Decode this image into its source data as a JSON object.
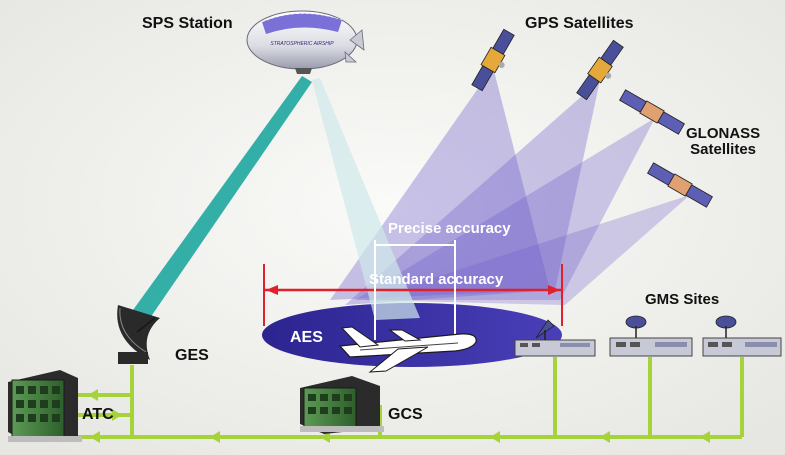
{
  "labels": {
    "sps_station": "SPS Station",
    "gps_satellites": "GPS Satellites",
    "glonass_line1": "GLONASS",
    "glonass_line2": "Satellites",
    "precise_accuracy": "Precise accuracy",
    "standard_accuracy": "Standard accuracy",
    "gms_sites": "GMS Sites",
    "aes": "AES",
    "ges": "GES",
    "atc": "ATC",
    "gcs": "GCS",
    "airship_text": "STRATOSPHERIC AIRSHIP"
  },
  "colors": {
    "beam_purple": "#6a5ac8",
    "footprint": "#3a2f9e",
    "sps_beam": "#1fa7a0",
    "sps_beam_light": "#cfe8ea",
    "link_green": "#a6d23a",
    "accuracy_red": "#e0202a",
    "building_green": "#3f7a3a"
  }
}
